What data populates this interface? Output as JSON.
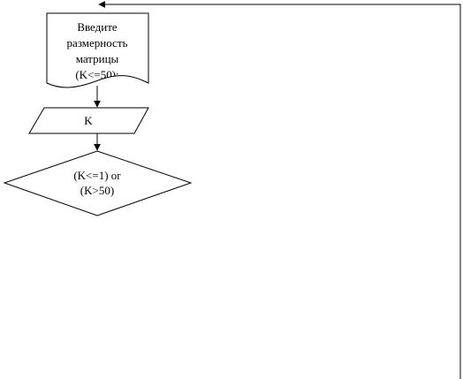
{
  "flowchart": {
    "document_node": {
      "lines": [
        "Введите",
        "размерность",
        "матрицы",
        "(K<=50):"
      ]
    },
    "input_node": {
      "label": "K"
    },
    "decision_node": {
      "lines": [
        "(K<=1) or",
        "(K>50)"
      ]
    }
  }
}
